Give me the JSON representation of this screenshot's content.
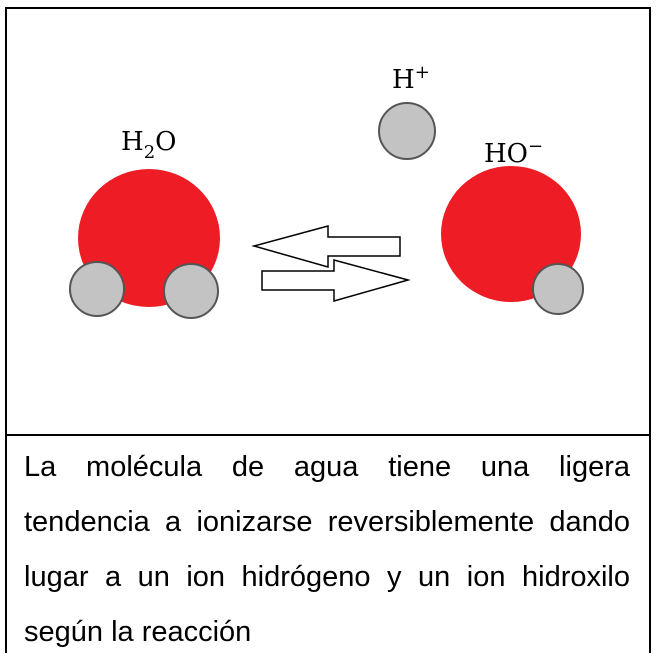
{
  "labels": {
    "water_base": "H",
    "water_sub": "2",
    "water_tail": "O",
    "hydrogen_ion_base": "H",
    "hydrogen_ion_sup": "+",
    "hydroxyl_ion_base": "HO",
    "hydroxyl_ion_sup": "−"
  },
  "caption": {
    "text": "La molécula de agua tiene una ligera tendencia a ionizarse reversiblemente dando lugar a un ion hidrógeno y un ion hidroxilo según la reacción"
  },
  "colors": {
    "oxygen": "#ee1c25",
    "hydrogen": "#c3c3c3",
    "outline": "#555555"
  }
}
